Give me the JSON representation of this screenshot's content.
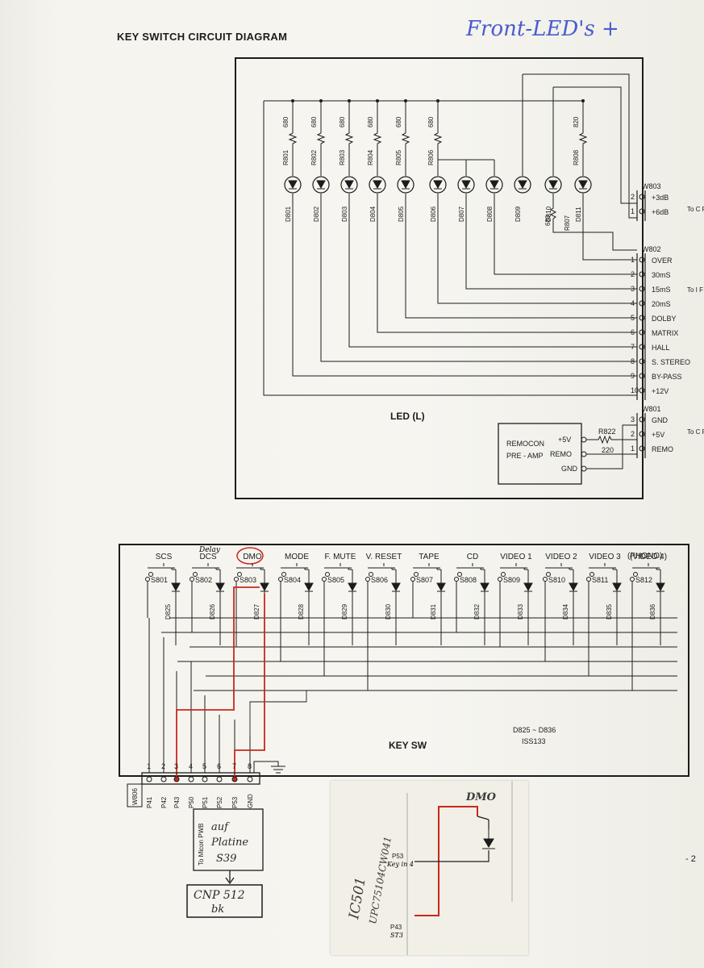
{
  "title": "KEY SWITCH CIRCUIT DIAGRAM",
  "handwritten_header": "Front-LED's   +",
  "led_block": {
    "label": "LED (L)",
    "resistors": [
      {
        "ref": "R801",
        "value": "680"
      },
      {
        "ref": "R802",
        "value": "680"
      },
      {
        "ref": "R803",
        "value": "680"
      },
      {
        "ref": "R804",
        "value": "680"
      },
      {
        "ref": "R805",
        "value": "680"
      },
      {
        "ref": "R806",
        "value": "680"
      },
      {
        "ref": "R808",
        "value": "820"
      }
    ],
    "diodes": [
      "D801",
      "D802",
      "D803",
      "D804",
      "D805",
      "D806",
      "D807",
      "D808",
      "D809",
      "D810",
      "D811"
    ],
    "r807": {
      "ref": "R807",
      "value": "680"
    },
    "connectors": [
      {
        "ref": "W803",
        "pins": [
          {
            "n": "2",
            "label": "+3dB"
          },
          {
            "n": "1",
            "label": "+6dB"
          }
        ],
        "side": "To C F"
      },
      {
        "ref": "W802",
        "pins": [
          {
            "n": "1",
            "label": "OVER"
          },
          {
            "n": "2",
            "label": "30mS"
          },
          {
            "n": "3",
            "label": "15mS"
          },
          {
            "n": "4",
            "label": "20mS"
          },
          {
            "n": "5",
            "label": "DOLBY"
          },
          {
            "n": "6",
            "label": "MATRIX"
          },
          {
            "n": "7",
            "label": "HALL"
          },
          {
            "n": "8",
            "label": "S. STEREO"
          },
          {
            "n": "9",
            "label": "BY-PASS"
          },
          {
            "n": "10",
            "label": "+12V"
          }
        ],
        "side": "To I F"
      },
      {
        "ref": "W801",
        "pins": [
          {
            "n": "3",
            "label": "GND"
          },
          {
            "n": "2",
            "label": "+5V"
          },
          {
            "n": "1",
            "label": "REMO"
          }
        ],
        "side": "To C F"
      }
    ],
    "remocon": {
      "label1": "REMOCON",
      "label2": "PRE - AMP",
      "pins": [
        "+5V",
        "REMO",
        "GND"
      ],
      "resistor": "R822",
      "value": "220"
    }
  },
  "key_block": {
    "label": "KEY SW",
    "diode_note": "D825 ~ D836",
    "diode_type": "ISS133",
    "keys": [
      {
        "name": "SCS",
        "sw": "S801",
        "diode": "D825"
      },
      {
        "name": "DCS",
        "sw": "S802",
        "diode": "D826"
      },
      {
        "name": "DMO",
        "sw": "S803",
        "diode": "D827"
      },
      {
        "name": "MODE",
        "sw": "S804",
        "diode": "D828"
      },
      {
        "name": "F. MUTE",
        "sw": "S805",
        "diode": "D829"
      },
      {
        "name": "V. RESET",
        "sw": "S806",
        "diode": "D830"
      },
      {
        "name": "TAPE",
        "sw": "S807",
        "diode": "D831"
      },
      {
        "name": "CD",
        "sw": "S808",
        "diode": "D832"
      },
      {
        "name": "VIDEO 1",
        "sw": "S809",
        "diode": "D833"
      },
      {
        "name": "VIDEO 2",
        "sw": "S810",
        "diode": "D834"
      },
      {
        "name": "VIDEO 3",
        "sw": "S811",
        "diode": "D835"
      },
      {
        "name": "(VIDEO 4)",
        "sw": "S812",
        "diode": "D836"
      }
    ],
    "key12_sub": "(PHONO)",
    "handwritten_delay": "Delay",
    "connector": {
      "ref": "W806",
      "pins": [
        "1",
        "2",
        "3",
        "4",
        "5",
        "6",
        "7",
        "8"
      ],
      "signals": [
        "P41",
        "P42",
        "P43",
        "P50",
        "P51",
        "P52",
        "P53",
        "GND"
      ]
    },
    "to_label": "To Micon PWB",
    "handwritten_box": [
      "auf",
      "Platine",
      "S39"
    ],
    "cnp_box": [
      "CNP 512",
      "bk"
    ]
  },
  "note_card": {
    "ic": [
      "IC501",
      "UPC75104CW041"
    ],
    "title": "DMO",
    "p53": [
      "P53",
      "Key in 4"
    ],
    "p43": [
      "P43",
      "ST3"
    ]
  },
  "page_number": "- 2",
  "colors": {
    "ink": "#1c1c1c",
    "red_pen": "#c8281e",
    "blue_pen": "#4a5bd0",
    "paper": "#f3f1ea"
  }
}
